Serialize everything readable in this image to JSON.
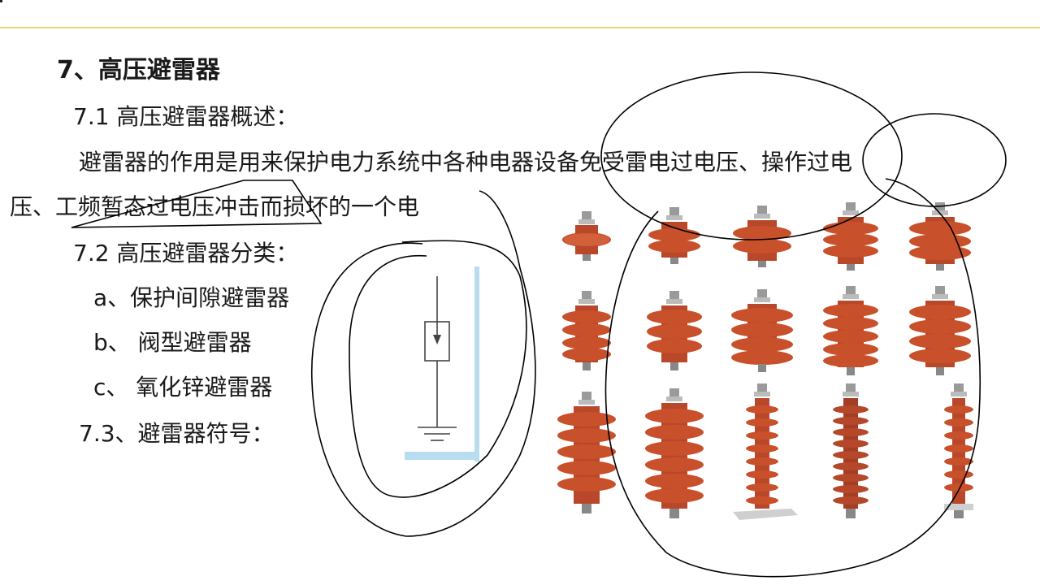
{
  "slide": {
    "heading": "7、高压避雷器",
    "sec71": "7.1 高压避雷器概述：",
    "para_line1": "避雷器的作用是用来保护电力系统中各种电器设备免受雷电过电压、操作过电",
    "para_line2": "压、工频暂态过电压冲击而损坏的一个电",
    "sec72": "7.2  高压避雷器分类：",
    "item_a": "a、保护间隙避雷器",
    "item_b": "b、 阀型避雷器",
    "item_c": "c、 氧化锌避雷器",
    "sec73": "7.3、避雷器符号："
  },
  "colors": {
    "divider": "#e8d777",
    "arrester_body": "#c8502a",
    "symbol_bar": "#b8dcf0",
    "ink": "#000000"
  },
  "icons": [
    "surge-arrester-symbol",
    "surge-arrester-photo-grid"
  ]
}
